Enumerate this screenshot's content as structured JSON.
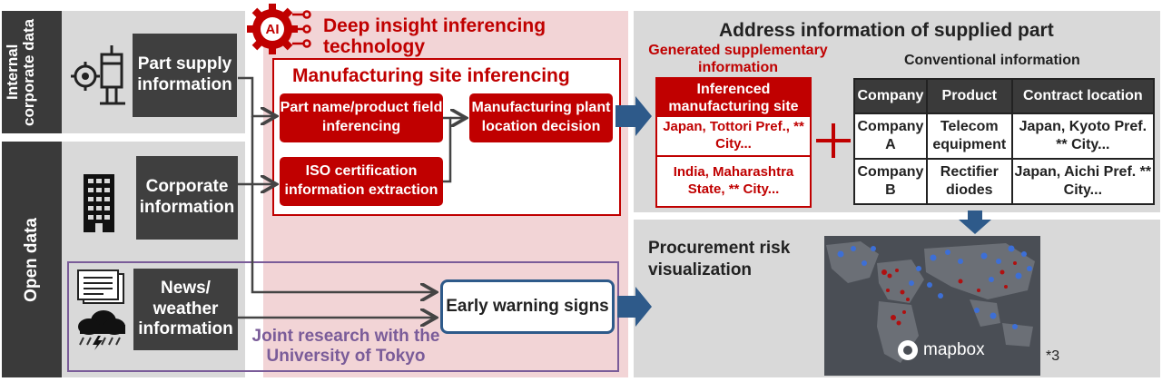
{
  "left": {
    "internal_label": "Internal corporate data",
    "open_label": "Open data",
    "part_supply": "Part supply information",
    "corporate": "Corporate information",
    "news": "News/ weather information"
  },
  "ai": {
    "badge": "AI",
    "title": "Deep insight inferencing technology",
    "site_title": "Manufacturing site inferencing",
    "box_part_name": "Part name/product field inferencing",
    "box_iso": "ISO certification information extraction",
    "box_plant": "Manufacturing plant location decision"
  },
  "joint": {
    "text": "Joint research with the University of Tokyo"
  },
  "warning": {
    "label": "Early warning signs"
  },
  "address": {
    "title": "Address information of supplied part",
    "generated_label": "Generated supplementary information",
    "conventional_label": "Conventional information",
    "inferenced_header": "Inferenced manufacturing site",
    "inferenced_rows": [
      "Japan, Tottori Pref., ** City...",
      "India, Maharashtra State, ** City..."
    ],
    "plus": "+",
    "table": {
      "headers": [
        "Company",
        "Product",
        "Contract location"
      ],
      "rows": [
        [
          "Company A",
          "Telecom equipment",
          "Japan, Kyoto Pref. ** City..."
        ],
        [
          "Company B",
          "Rectifier diodes",
          "Japan, Aichi Pref. ** City..."
        ]
      ]
    }
  },
  "risk": {
    "title": "Procurement risk visualization",
    "map_logo": "mapbox",
    "footnote": "*3"
  },
  "colors": {
    "red": "#c00000",
    "blue_arrow": "#2e5a8a",
    "purple": "#7a5c99",
    "dark": "#3a3a3a"
  }
}
